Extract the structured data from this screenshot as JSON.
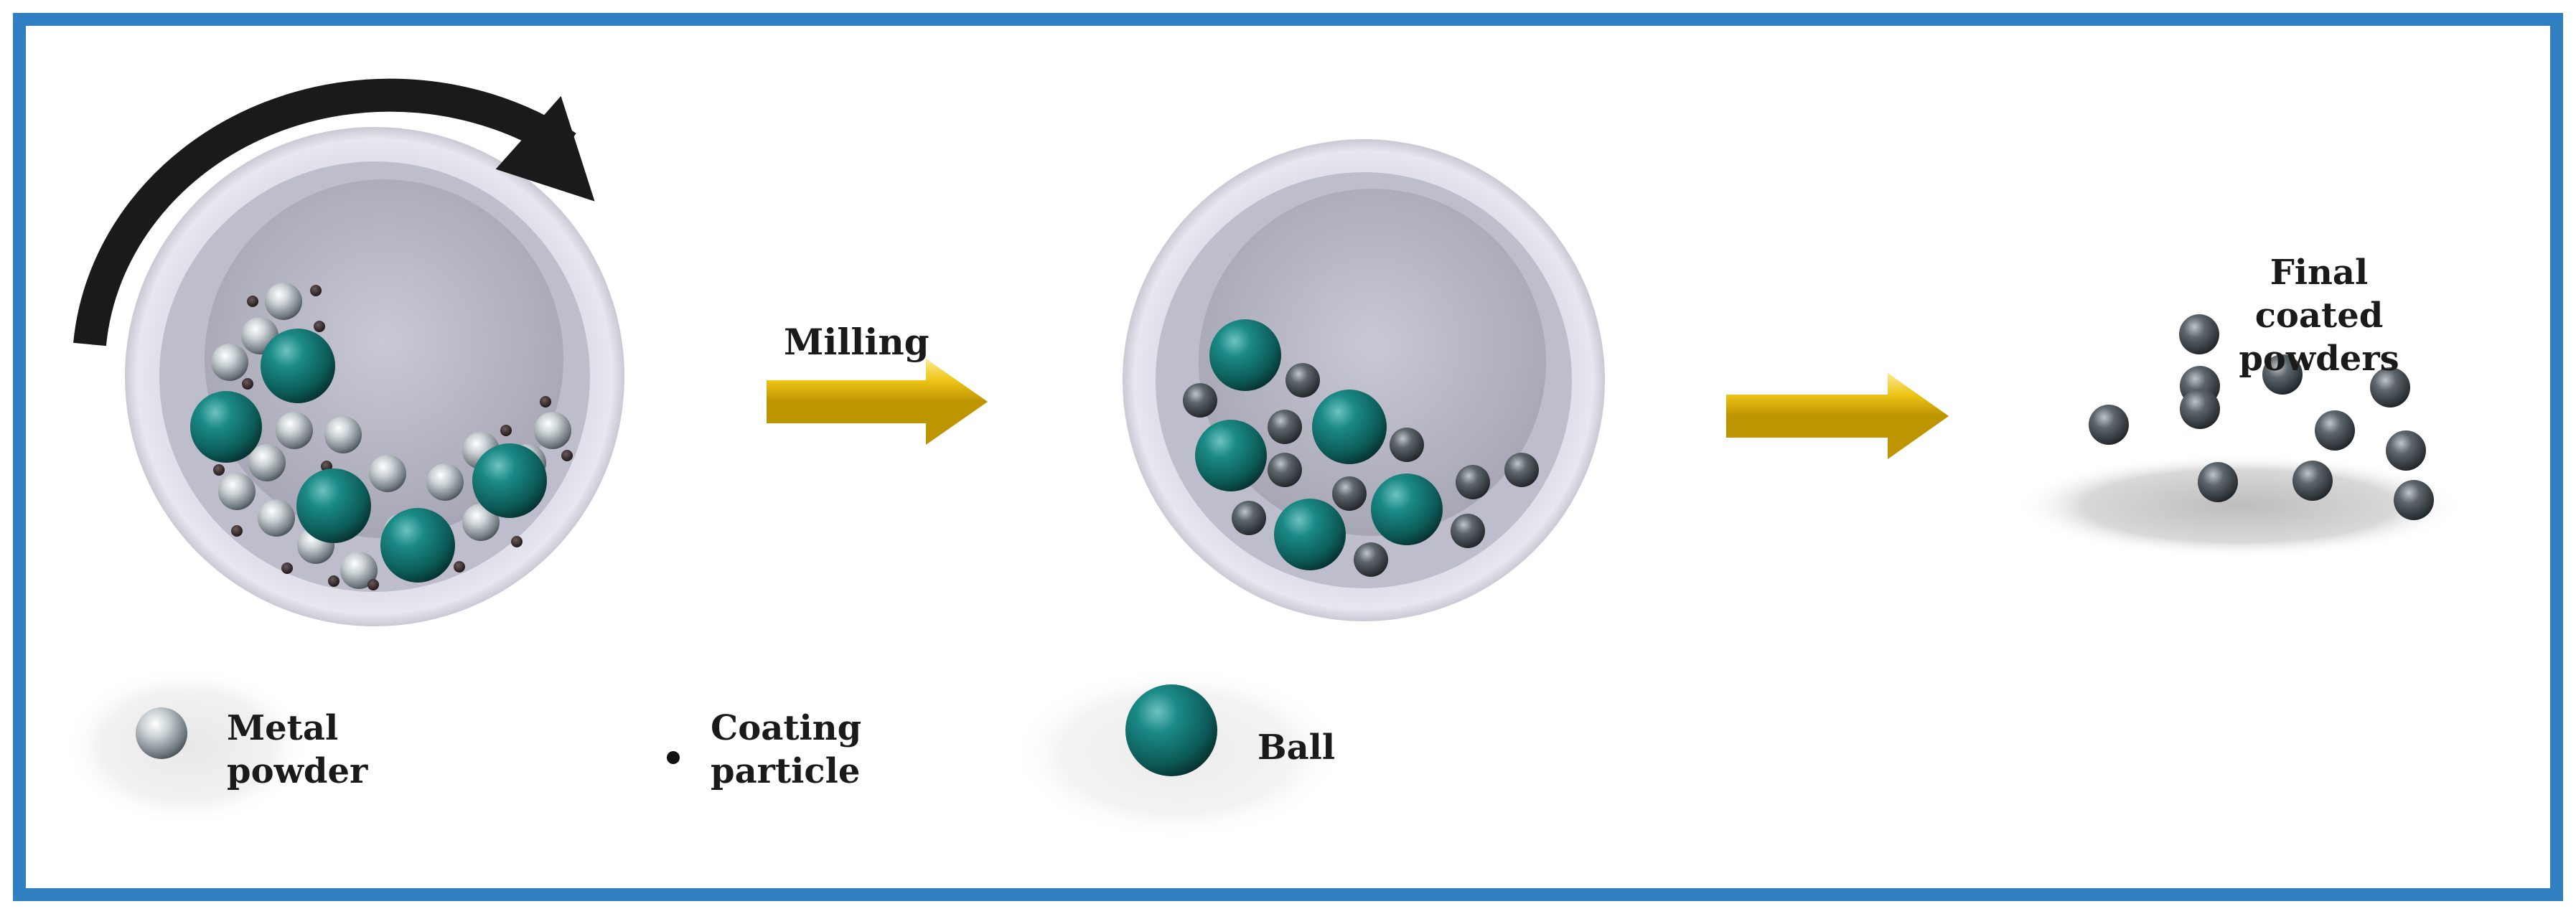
{
  "labels": {
    "milling": "Milling",
    "final_line1": "Final coated",
    "final_line2": "powders",
    "legend_metal_line1": "Metal",
    "legend_metal_line2": "powder",
    "legend_coating_line1": "Coating",
    "legend_coating_line2": "particle",
    "legend_ball": "Ball"
  },
  "colors": {
    "frame": "#2f7fc1",
    "ball": "#0e6d6a",
    "arrow": "#e0b400",
    "rotation_arrow": "#1a1a1a",
    "coated_powder": "#3d4449"
  }
}
